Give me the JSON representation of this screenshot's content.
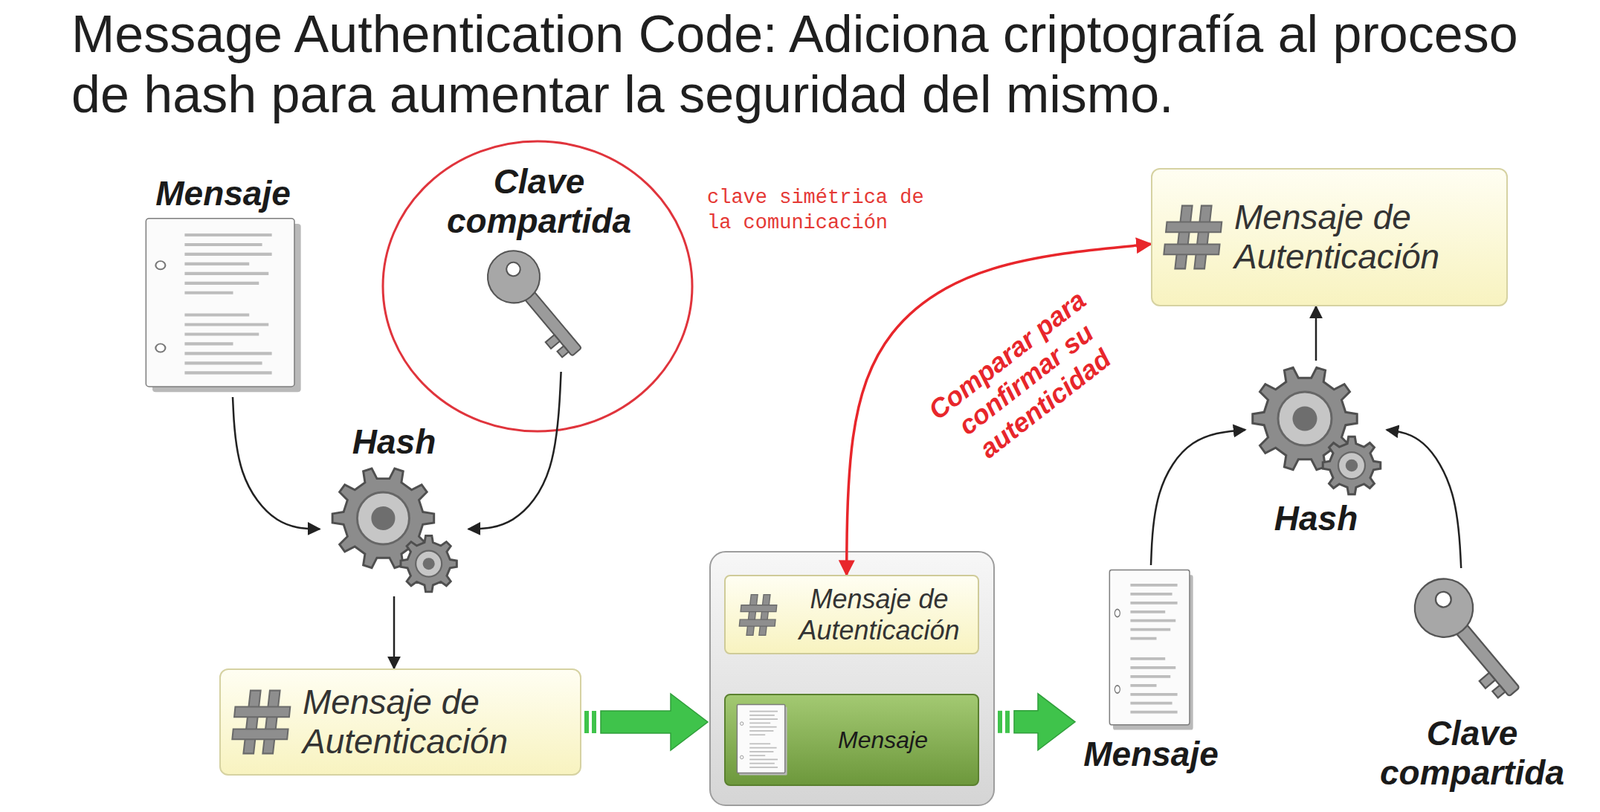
{
  "diagram": {
    "title": "Message Authentication Code: Adiciona criptografía al proceso de hash para aumentar la seguridad del mismo.",
    "nodes": [
      {
        "text": [
          "Mensaje"
        ]
      },
      {
        "text": [
          "Clave compartida"
        ]
      },
      {
        "text": [
          "Hash"
        ]
      },
      {
        "text": [
          "Mensaje de Autenticación"
        ]
      },
      {
        "text": []
      },
      {
        "text": [
          "Mensaje de Autenticación"
        ],
        "in": 4
      },
      {
        "text": [
          "Mensaje"
        ],
        "in": 4
      },
      {
        "text": [
          "Mensaje"
        ]
      },
      {
        "text": [
          "Hash"
        ]
      },
      {
        "text": [
          "Clave compartida"
        ]
      },
      {
        "text": [
          "Mensaje de Autenticación"
        ]
      }
    ],
    "edges": [
      {
        "from": 0,
        "to": 2,
        "arrow": "to"
      },
      {
        "from": 1,
        "to": 2,
        "arrow": "to"
      },
      {
        "from": 2,
        "to": 3,
        "arrow": "to"
      },
      {
        "from": 3,
        "to": 4,
        "arrow": "to"
      },
      {
        "from": 4,
        "to": 7,
        "arrow": "to"
      },
      {
        "from": 7,
        "to": 8,
        "arrow": "to"
      },
      {
        "from": 9,
        "to": 8,
        "arrow": "to"
      },
      {
        "from": 8,
        "to": 10,
        "arrow": "to"
      },
      {
        "from": 5,
        "to": 10,
        "label": "Comparar para confirmar su autenticidad",
        "arrow": "both"
      }
    ],
    "labels": [
      "clave simétrica de la comunicación"
    ]
  }
}
